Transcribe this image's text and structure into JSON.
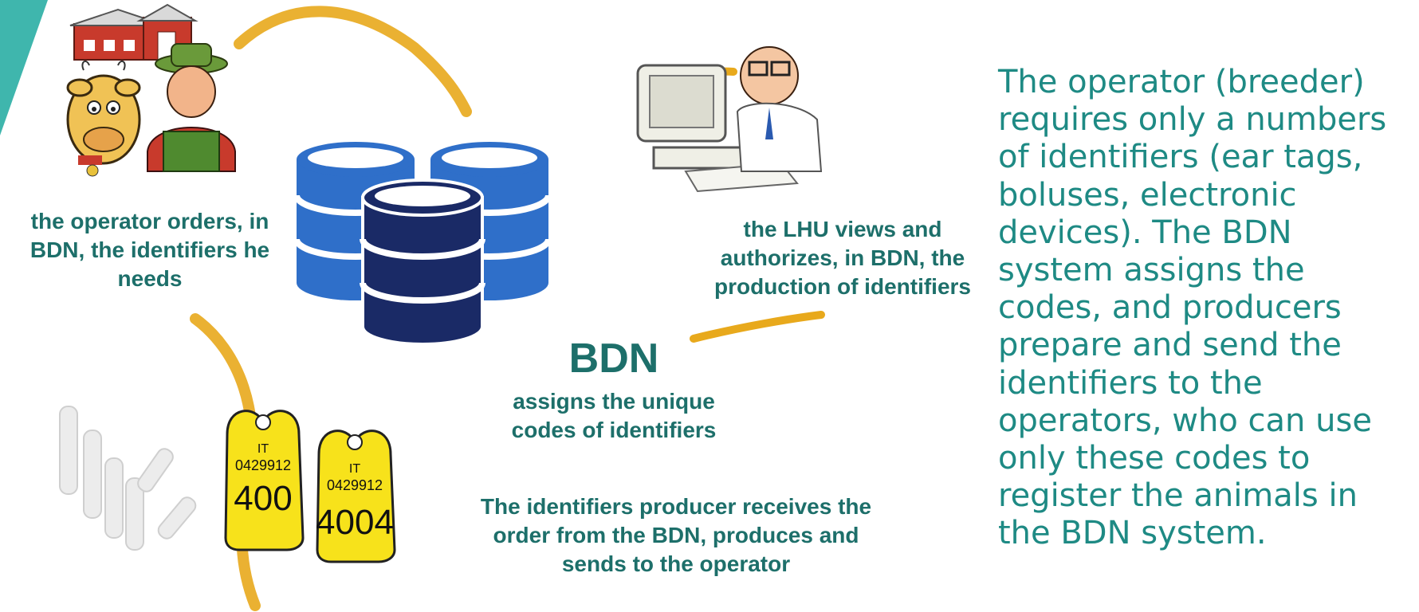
{
  "steps": {
    "operator": "the operator orders, in BDN, the identifiers he needs",
    "lhu": "the LHU views and authorizes, in BDN, the production of identifiers",
    "producer": "The identifiers producer receives the order from the BDN, produces and sends to the operator"
  },
  "center": {
    "title": "BDN",
    "subtitle": "assigns the unique codes of identifiers"
  },
  "ear_tags": {
    "country": "IT",
    "code": "0429912",
    "numbers": [
      "400",
      "4004"
    ]
  },
  "side_text": "The operator (breeder) requires only a numbers of identifiers (ear tags, boluses, electronic devices). The BDN system assigns the codes, and producers prepare and send the identifiers to the operators, who can use only these codes to register the animals in the BDN system.",
  "colors": {
    "teal_text": "#1d6f6a",
    "side_text": "#1e8a84",
    "db_blue": "#2f6fc9",
    "db_navy": "#1a2a66",
    "arc_gold": "#e8a91c",
    "tag_yellow": "#f7e21b",
    "corner_teal": "#3fb6ad"
  }
}
